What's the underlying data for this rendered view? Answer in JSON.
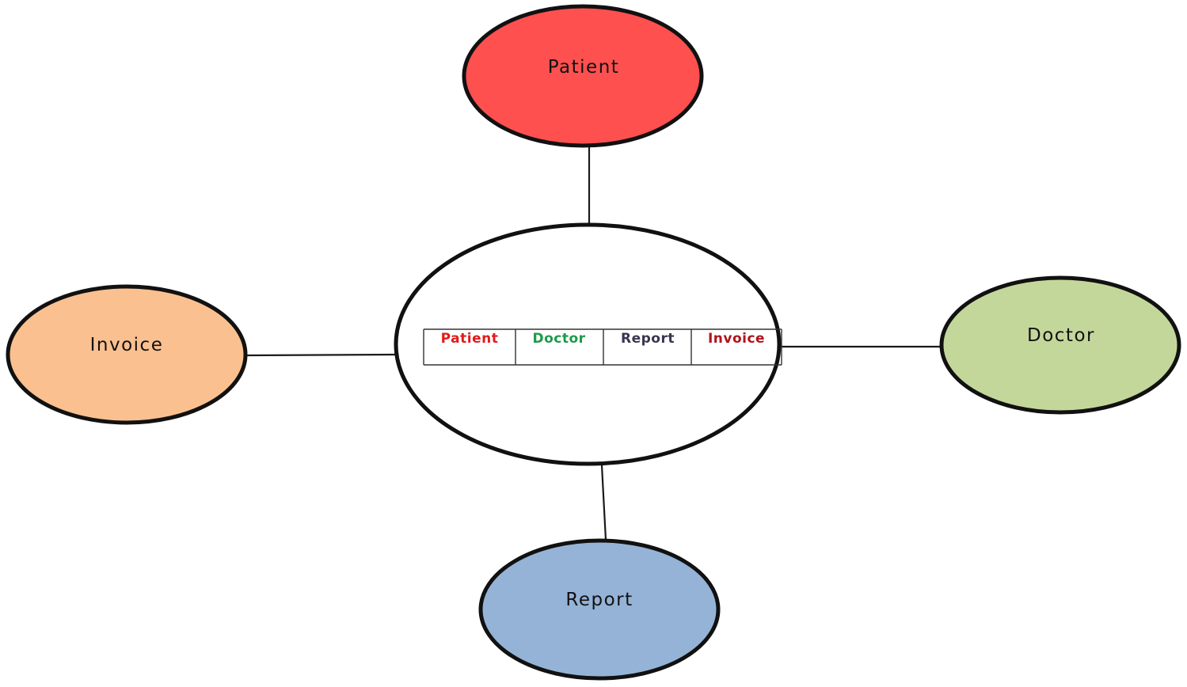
{
  "hub": {
    "tabs": [
      {
        "label": "Patient",
        "color": "#e01b1b"
      },
      {
        "label": "Doctor",
        "color": "#1e9a4a"
      },
      {
        "label": "Report",
        "color": "#3b3550"
      },
      {
        "label": "Invoice",
        "color": "#b0141b"
      }
    ]
  },
  "nodes": {
    "patient": {
      "label": "Patient",
      "color": "#ff5050"
    },
    "doctor": {
      "label": "Doctor",
      "color": "#c4d79b"
    },
    "report": {
      "label": "Report",
      "color": "#95b3d7"
    },
    "invoice": {
      "label": "Invoice",
      "color": "#fac090"
    }
  }
}
